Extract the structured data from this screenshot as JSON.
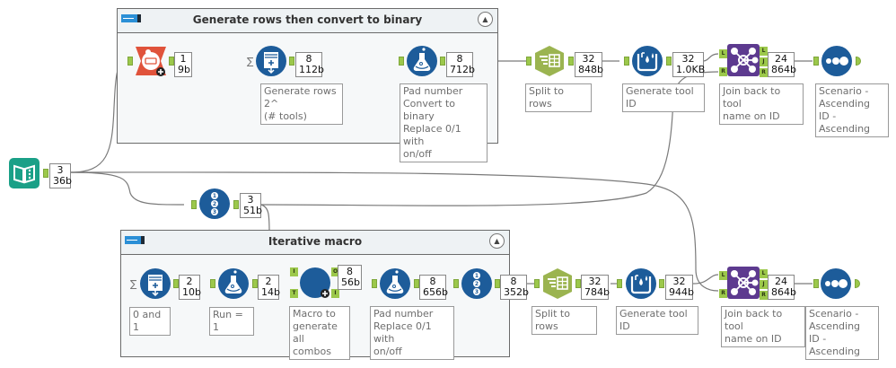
{
  "containers": {
    "top": {
      "title": "Generate rows then convert to binary",
      "collapse_icon": "chevron-up-circle-icon"
    },
    "bottom": {
      "title": "Iterative macro",
      "collapse_icon": "chevron-up-circle-icon"
    }
  },
  "colors": {
    "tool_blue": "#1d5c9a",
    "input_teal": "#1aa087",
    "prep_green": "#9bb450",
    "join_purple": "#5d3a8f",
    "macro_red": "#e0533b",
    "anchor_green": "#9cc84b"
  },
  "input": {
    "icon": "book-input-icon",
    "records": "3",
    "size": "36b"
  },
  "record_id": {
    "icon": "record-id-icon",
    "records": "3",
    "size": "51b"
  },
  "top_flow": {
    "macro_input": {
      "icon": "macro-input-icon",
      "records": "1",
      "size": "9b"
    },
    "generate_rows": {
      "icon": "generate-rows-icon",
      "records": "8",
      "size": "112b",
      "annotation": "Generate rows 2^\n(# tools)"
    },
    "formula": {
      "icon": "formula-flask-icon",
      "records": "8",
      "size": "712b",
      "annotation": "Pad number\nConvert to binary\nReplace 0/1 with\non/off"
    },
    "split": {
      "icon": "text-to-columns-icon",
      "records": "32",
      "size": "848b",
      "annotation": "Split to rows"
    },
    "multirow": {
      "icon": "multi-row-formula-icon",
      "records": "32",
      "size": "1.0KB",
      "annotation": "Generate tool ID"
    },
    "join": {
      "icon": "join-icon",
      "records": "24",
      "size": "864b",
      "annotation": "Join back to tool\nname on ID",
      "anchors": [
        "L",
        "R",
        "L",
        "J",
        "R"
      ]
    },
    "sort": {
      "icon": "sort-icon",
      "annotation": "Scenario -\nAscending\nID - Ascending"
    }
  },
  "bottom_flow": {
    "text_input": {
      "icon": "text-input-icon",
      "records": "2",
      "size": "10b",
      "annotation": "0 and 1"
    },
    "formula1": {
      "icon": "formula-flask-icon",
      "records": "2",
      "size": "14b",
      "annotation": "Run = 1"
    },
    "macro": {
      "icon": "iterative-macro-icon",
      "records": "8",
      "size": "56b",
      "annotation": "Macro to\ngenerate all\ncombos",
      "anchors": [
        "I",
        "T",
        "O",
        "I"
      ]
    },
    "formula2": {
      "icon": "formula-flask-icon",
      "records": "8",
      "size": "656b",
      "annotation": "Pad number\nReplace 0/1 with\non/off"
    },
    "record_id2": {
      "icon": "record-id-icon",
      "records": "8",
      "size": "352b"
    },
    "split": {
      "icon": "text-to-columns-icon",
      "records": "32",
      "size": "784b",
      "annotation": "Split to rows"
    },
    "multirow": {
      "icon": "multi-row-formula-icon",
      "records": "32",
      "size": "944b",
      "annotation": "Generate tool ID"
    },
    "join": {
      "icon": "join-icon",
      "records": "24",
      "size": "864b",
      "annotation": "Join back to tool\nname on ID",
      "anchors": [
        "L",
        "R",
        "L",
        "J",
        "R"
      ]
    },
    "sort": {
      "icon": "sort-icon",
      "annotation": "Scenario -\nAscending\nID - Ascending"
    }
  }
}
